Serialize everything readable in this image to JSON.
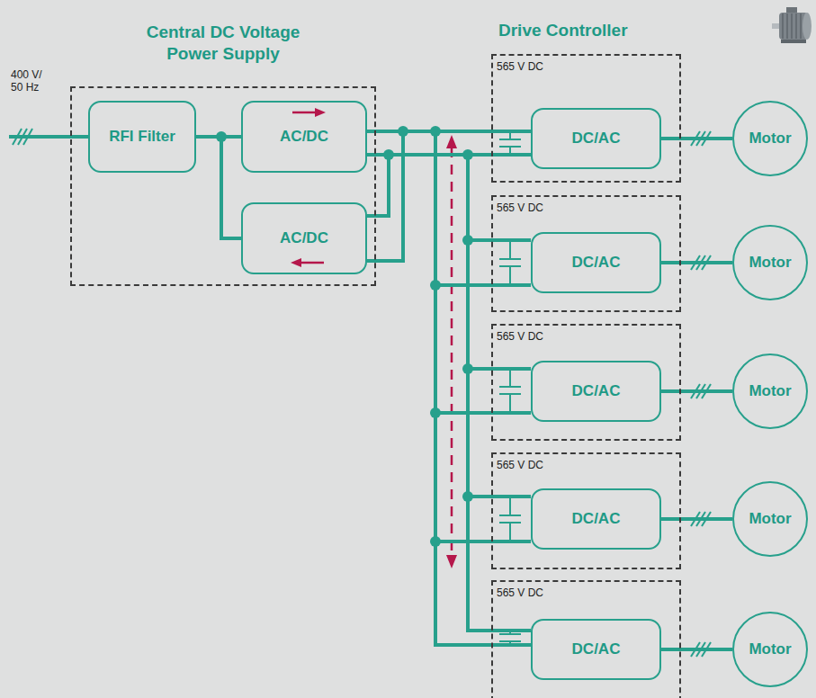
{
  "diagram": {
    "nodes": [
      {
        "text": [
          "Central DC Voltage Power Supply"
        ]
      },
      {
        "text": [
          "RFI Filter"
        ],
        "in": 0
      },
      {
        "text": [
          "AC/DC"
        ],
        "in": 0
      },
      {
        "text": [
          "AC/DC"
        ],
        "in": 0
      },
      {
        "text": [
          "565 V DC"
        ]
      },
      {
        "text": [
          "DC/AC"
        ],
        "in": 4
      },
      {
        "text": [
          "Motor"
        ]
      },
      {
        "text": [
          "565 V DC"
        ]
      },
      {
        "text": [
          "DC/AC"
        ],
        "in": 7
      },
      {
        "text": [
          "Motor"
        ]
      },
      {
        "text": [
          "565 V DC"
        ]
      },
      {
        "text": [
          "DC/AC"
        ],
        "in": 10
      },
      {
        "text": [
          "Motor"
        ]
      },
      {
        "text": [
          "565 V DC"
        ]
      },
      {
        "text": [
          "DC/AC"
        ],
        "in": 13
      },
      {
        "text": [
          "Motor"
        ]
      },
      {
        "text": [
          "565 V DC"
        ]
      },
      {
        "text": [
          "DC/AC"
        ],
        "in": 16
      },
      {
        "text": [
          "Motor"
        ]
      }
    ],
    "edges": [
      {
        "from": 1,
        "to": 2,
        "arrow": "none"
      },
      {
        "from": 1,
        "to": 3,
        "arrow": "none"
      },
      {
        "from": 2,
        "to": 5,
        "arrow": "none"
      },
      {
        "from": 3,
        "to": 5,
        "arrow": "none"
      },
      {
        "from": 5,
        "to": 6,
        "arrow": "none"
      },
      {
        "from": 2,
        "to": 8,
        "arrow": "none"
      },
      {
        "from": 3,
        "to": 8,
        "arrow": "none"
      },
      {
        "from": 8,
        "to": 9,
        "arrow": "none"
      },
      {
        "from": 2,
        "to": 11,
        "arrow": "none"
      },
      {
        "from": 3,
        "to": 11,
        "arrow": "none"
      },
      {
        "from": 11,
        "to": 12,
        "arrow": "none"
      },
      {
        "from": 2,
        "to": 14,
        "arrow": "none"
      },
      {
        "from": 3,
        "to": 14,
        "arrow": "none"
      },
      {
        "from": 14,
        "to": 15,
        "arrow": "none"
      },
      {
        "from": 2,
        "to": 17,
        "arrow": "none"
      },
      {
        "from": 3,
        "to": 17,
        "arrow": "none"
      },
      {
        "from": 17,
        "to": 18,
        "arrow": "none"
      }
    ],
    "labels": [
      "400 V/ 50 Hz",
      "Drive Controller"
    ]
  }
}
